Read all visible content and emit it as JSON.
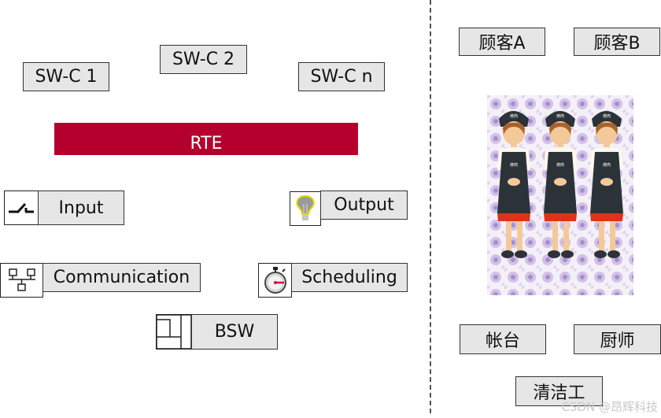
{
  "left_panel": {
    "software_components": [
      {
        "label": "SW-C 1"
      },
      {
        "label": "SW-C 2"
      },
      {
        "label": "SW-C n"
      }
    ],
    "rte": {
      "label": "RTE",
      "color": "#b5002d"
    },
    "modules": [
      {
        "label": "Input",
        "icon": "switch-icon"
      },
      {
        "label": "Output",
        "icon": "lightbulb-icon"
      },
      {
        "label": "Communication",
        "icon": "network-icon"
      },
      {
        "label": "Scheduling",
        "icon": "stopwatch-icon"
      },
      {
        "label": "BSW",
        "icon": "layout-blocks-icon"
      }
    ]
  },
  "right_panel": {
    "customers": [
      {
        "label": "顾客A"
      },
      {
        "label": "顾客B"
      }
    ],
    "illustration": {
      "description": "three-waitresses-illustration",
      "apron_text": "焼肉"
    },
    "staff": [
      {
        "label": "帐台"
      },
      {
        "label": "厨师"
      },
      {
        "label": "清洁工"
      }
    ]
  },
  "watermark": "CSDN @昂辉科技"
}
